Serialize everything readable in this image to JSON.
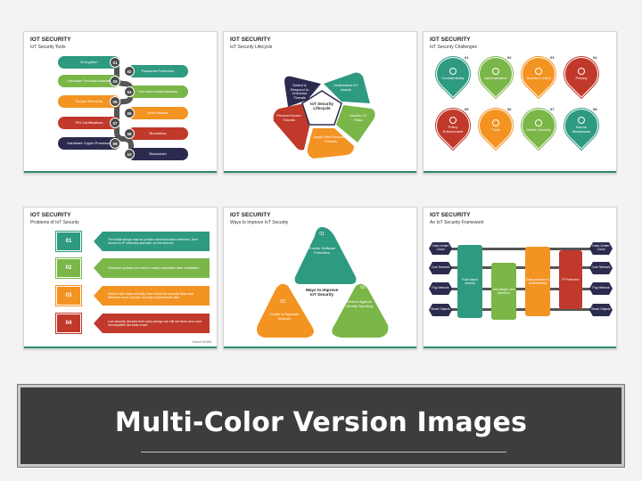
{
  "banner": {
    "title": "Multi-Color Version Images"
  },
  "slides": [
    {
      "title": "IOT SECURITY",
      "subtitle": "IoT Security Tools",
      "left_items": [
        {
          "num": "01",
          "label": "Encryption",
          "color": "#2e9a80"
        },
        {
          "num": "03",
          "label": "Hardware Security Modules",
          "color": "#7ab648"
        },
        {
          "num": "05",
          "label": "Secure Elements",
          "color": "#f39322"
        },
        {
          "num": "07",
          "label": "PKI Certifications",
          "color": "#c0392b"
        },
        {
          "num": "09",
          "label": "Hardware Crypto Processor",
          "color": "#2b2b50"
        }
      ],
      "right_items": [
        {
          "num": "02",
          "label": "Password Protection",
          "color": "#2e9a80"
        },
        {
          "num": "04",
          "label": "Two factor Authentication",
          "color": "#7ab648"
        },
        {
          "num": "06",
          "label": "Role Feature",
          "color": "#f39322"
        },
        {
          "num": "08",
          "label": "Biometrics",
          "color": "#c0392b"
        },
        {
          "num": "10",
          "label": "Blockchain",
          "color": "#2b2b50"
        }
      ]
    },
    {
      "title": "IOT SECURITY",
      "subtitle": "IoT Security Lifecycle",
      "center": "IoT Security Lifecycle",
      "segments": [
        {
          "label": "Detect & Respond to Unknown Threats",
          "color": "#2b2b50"
        },
        {
          "label": "Understand IoT Assets",
          "color": "#2e9a80"
        },
        {
          "label": "Assess IoT Risks",
          "color": "#7ab648"
        },
        {
          "label": "Apply Risk Reduction Policies",
          "color": "#f39322"
        },
        {
          "label": "Prevent Known Threats",
          "color": "#c0392b"
        }
      ]
    },
    {
      "title": "IOT SECURITY",
      "subtitle": "IoT Security Challenges",
      "items": [
        {
          "num": "01",
          "label": "Confidentiality",
          "color": "#2e9a80"
        },
        {
          "num": "02",
          "label": "Authentication",
          "color": "#7ab648"
        },
        {
          "num": "03",
          "label": "Access Control",
          "color": "#f39322"
        },
        {
          "num": "04",
          "label": "Privacy",
          "color": "#c0392b"
        },
        {
          "num": "05",
          "label": "Policy Enforcement",
          "color": "#c0392b"
        },
        {
          "num": "06",
          "label": "Trust",
          "color": "#f39322"
        },
        {
          "num": "07",
          "label": "Mobile Security",
          "color": "#7ab648"
        },
        {
          "num": "08",
          "label": "Secure Middleware",
          "color": "#2e9a80"
        }
      ]
    },
    {
      "title": "IOT SECURITY",
      "subtitle": "Problems of IoT Security",
      "rows": [
        {
          "num": "01",
          "text": "The initial design was for private communication networks, then moved to IP networks and later on the internet",
          "color": "#2e9a80"
        },
        {
          "num": "02",
          "text": "Firmware updates are hard or nearly impossible after installation",
          "color": "#7ab648"
        },
        {
          "num": "03",
          "text": "Started with basic security, then found the security flaws and attached more complex security requirements later",
          "color": "#f39322"
        },
        {
          "num": "04",
          "text": "Low security devices from early design are still out there and used incompatible fall back mode.",
          "color": "#c0392b"
        }
      ],
      "source": "Source: ENISA"
    },
    {
      "title": "IOT SECURITY",
      "subtitle": "Ways to Improve IoT Security",
      "center": "Ways to Improve IoT Security",
      "parts": [
        {
          "num": "01",
          "label": "Provide Software Protection",
          "color": "#2e9a80"
        },
        {
          "num": "02",
          "label": "Defend Against Identity Spoofing",
          "color": "#7ab648"
        },
        {
          "num": "03",
          "label": "Create a Separate Network",
          "color": "#f39322"
        }
      ]
    },
    {
      "title": "IOT SECURITY",
      "subtitle": "An IoT Security Framework",
      "left_hex": [
        "Data Center/ Cloud",
        "Core Network",
        "Fog Network",
        "Smart Objects"
      ],
      "right_hex": [
        "Data Center/ Cloud",
        "Core Network",
        "Fog Network",
        "Smart Objects"
      ],
      "columns": [
        {
          "label": "Role based security",
          "color": "#2e9a80"
        },
        {
          "label": "Anti-tamper and detection",
          "color": "#7ab648"
        },
        {
          "label": "Data protection & confidentiality",
          "color": "#f39322"
        },
        {
          "label": "IP Protection",
          "color": "#c0392b"
        }
      ]
    }
  ]
}
